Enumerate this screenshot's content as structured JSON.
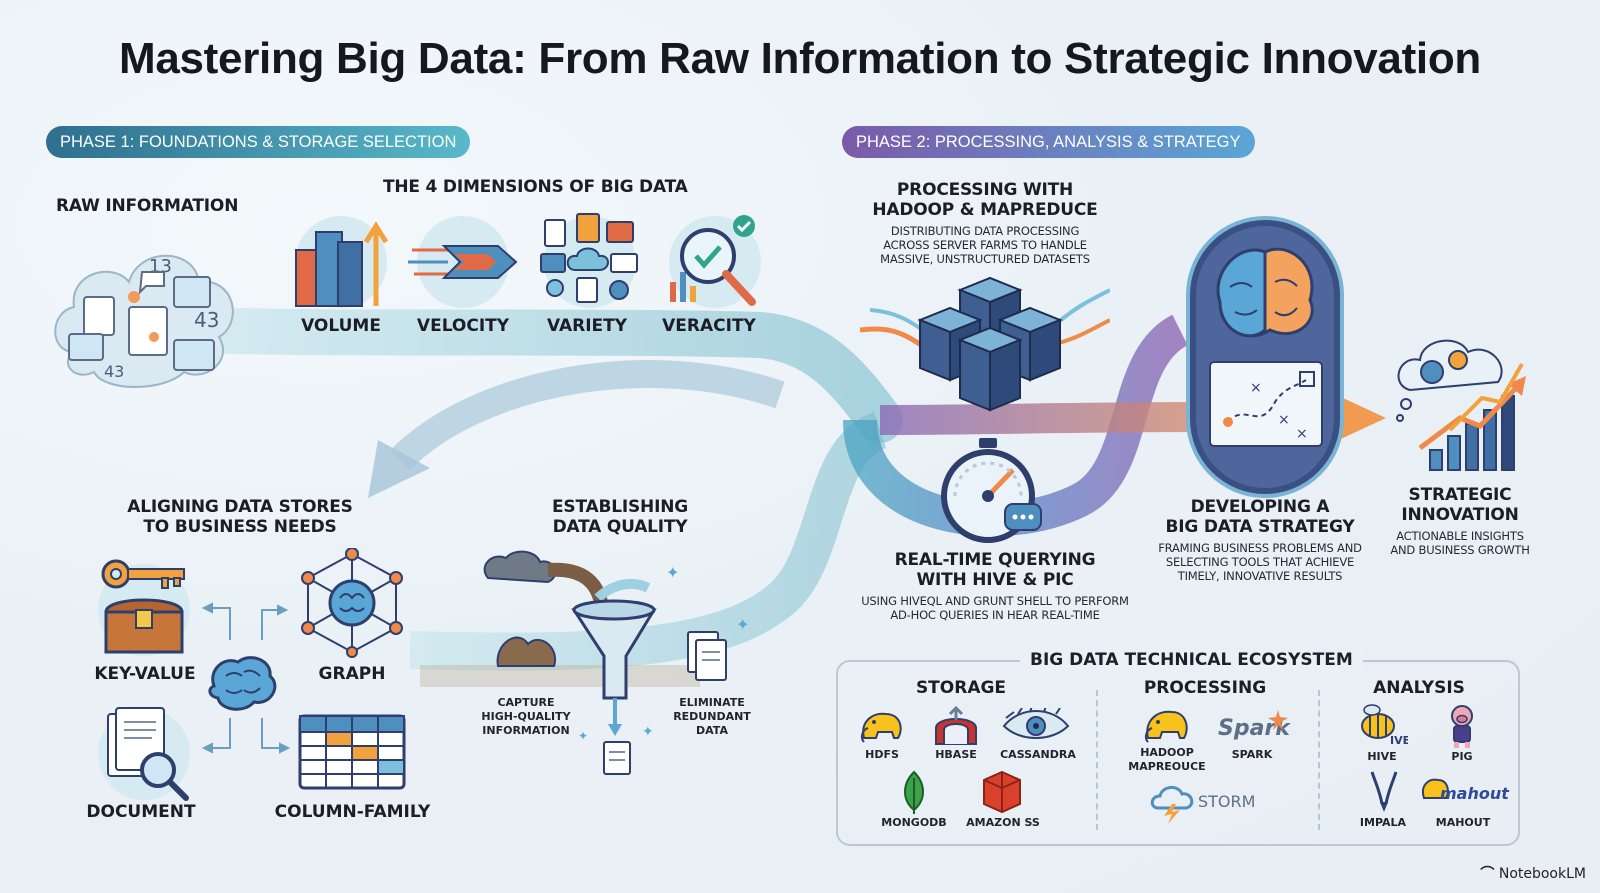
{
  "title": "Mastering Big Data: From Raw Information to Strategic Innovation",
  "phases": {
    "phase1": "PHASE 1: FOUNDATIONS & STORAGE SELECTION",
    "phase2": "PHASE 2: PROCESSING, ANALYSIS & STRATEGY"
  },
  "raw": {
    "title": "RAW INFORMATION"
  },
  "dimensions": {
    "title": "THE 4 DIMENSIONS OF BIG DATA",
    "items": [
      "VOLUME",
      "VELOCITY",
      "VARIETY",
      "VERACITY"
    ]
  },
  "processing": {
    "title_line1": "PROCESSING WITH",
    "title_line2": "HADOOP & MAPREDUCE",
    "desc_line1": "DISTRIBUTING DATA PROCESSING",
    "desc_line2": "ACROSS SERVER FARMS TO HANDLE",
    "desc_line3": "MASSIVE, UNSTRUCTURED DATASETS"
  },
  "querying": {
    "title_line1": "REAL-TIME QUERYING",
    "title_line2": "WITH HIVE & PIC",
    "desc_line1": "USING HIVEQL AND GRUNT SHELL TO PERFORM",
    "desc_line2": "AD-HOC QUERIES IN HEAR REAL-TIME"
  },
  "strategy": {
    "title_line1": "DEVELOPING A",
    "title_line2": "BIG DATA STRATEGY",
    "desc_line1": "FRAMING BUSINESS PROBLEMS AND",
    "desc_line2": "SELECTING TOOLS THAT ACHIEVE",
    "desc_line3": "TIMELY, INNOVATIVE RESULTS"
  },
  "innovation": {
    "title_line1": "STRATEGIC",
    "title_line2": "INNOVATION",
    "desc_line1": "ACTIONABLE INSIGHTS",
    "desc_line2": "AND BUSINESS GROWTH"
  },
  "stores": {
    "title_line1": "ALIGNING DATA STORES",
    "title_line2": "TO BUSINESS NEEDS",
    "key_value": "KEY-VALUE",
    "graph": "GRAPH",
    "document": "DOCUMENT",
    "column_family": "COLUMN-FAMILY"
  },
  "quality": {
    "title_line1": "ESTABLISHING",
    "title_line2": "DATA QUALITY",
    "capture_line1": "CAPTURE",
    "capture_line2": "HIGH-QUALITY",
    "capture_line3": "INFORMATION",
    "eliminate_line1": "ELIMINATE",
    "eliminate_line2": "REDUNDANT",
    "eliminate_line3": "DATA"
  },
  "ecosystem": {
    "title": "BIG DATA TECHNICAL ECOSYSTEM",
    "storage": {
      "title": "STORAGE",
      "hdfs": "HDFS",
      "hbase": "HBASE",
      "cassandra": "CASSANDRA",
      "mongodb": "MONGODB",
      "amazon": "AMAZON SS"
    },
    "processing": {
      "title": "PROCESSING",
      "hadoop_line1": "HADOOP",
      "hadoop_line2": "MAPREOUCE",
      "spark_logo": "Spark",
      "spark": "SPARK",
      "storm": "STORM"
    },
    "analysis": {
      "title": "ANALYSIS",
      "hive": "HIVE",
      "pig": "PIG",
      "impala": "IMPALA",
      "mahout_logo": "mahout",
      "mahout": "MAHOUT"
    }
  },
  "footer": "NotebookLM",
  "colors": {
    "teal": "#5fb3c4",
    "purple": "#7b5aa8",
    "orange": "#f08a4b",
    "navy": "#2e3f6e"
  }
}
